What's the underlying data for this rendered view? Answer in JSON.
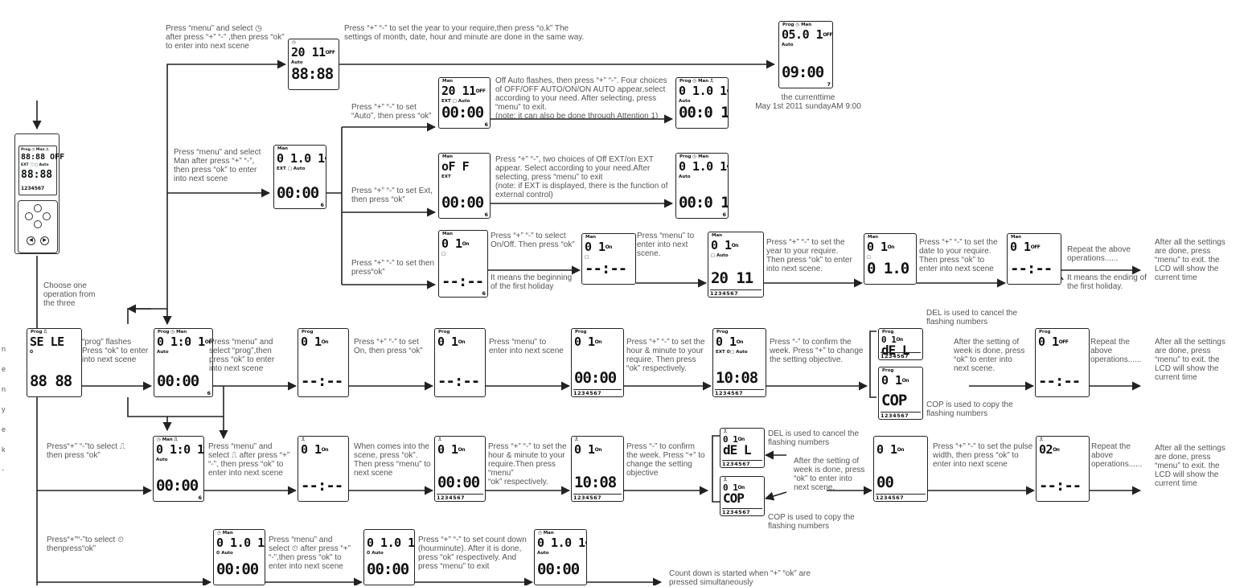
{
  "device": {
    "top_icons": "Prog ◷ Man ⎍",
    "line1": "88:88 OFF",
    "mid": "EXT 🕐▢ Auto",
    "line2": "88:88",
    "week": "1234567"
  },
  "screens": {
    "year_setting": {
      "icons": "◷",
      "line1": "20 11",
      "suffix": "OFF",
      "mid": "Auto",
      "line2": "88:88",
      "bottom": ""
    },
    "current_time": {
      "icons": "Prog ◷ Man",
      "line1": "05.0 1",
      "suffix": "OFF",
      "mid": "Auto",
      "line2": "09:00",
      "bottom": "7"
    },
    "auto_a": {
      "icons": "Man",
      "line1": "20 11",
      "suffix": "OFF",
      "mid": "EXT ▢ Auto",
      "line2": "00:00",
      "bottom": "6"
    },
    "auto_b": {
      "icons": "Prog ◷ Man ⎍",
      "line1": "0 1.0 1",
      "suffix": "OFF",
      "mid": "Auto",
      "line2": "00:0 1",
      "bottom": ""
    },
    "man_scene": {
      "icons": "Man",
      "line1": "0 1.0 1",
      "suffix": "OFF",
      "mid": "EXT ▢ Auto",
      "line2": "00:00",
      "bottom": "6"
    },
    "ext_a": {
      "icons": "Man",
      "line1": "oF F",
      "suffix": "",
      "mid": "EXT",
      "line2": "00:00",
      "bottom": "6"
    },
    "ext_b": {
      "icons": "Prog ◷ Man",
      "line1": "0 1.0 1",
      "suffix": "OFF",
      "mid": "Auto",
      "line2": "00:0 1",
      "bottom": "6"
    },
    "hol_1": {
      "icons": "Man",
      "line1": "0 1",
      "suffix": "On",
      "mid": "▢",
      "line2": "--:--",
      "bottom": "6"
    },
    "hol_2": {
      "icons": "Man",
      "line1": "0 1",
      "suffix": "On",
      "mid": "▢",
      "line2": "--:--",
      "bottom": ""
    },
    "hol_3": {
      "icons": "Man",
      "line1": "0 1",
      "suffix": "On",
      "mid": "▢ Auto",
      "line2": "20 11",
      "bottom": "1234567"
    },
    "hol_4": {
      "icons": "Man",
      "line1": "0 1",
      "suffix": "On",
      "mid": "▢",
      "line2": "0 1.0 1",
      "bottom": ""
    },
    "hol_5": {
      "icons": "Man",
      "line1": "0 1",
      "suffix": "OFF",
      "mid": "",
      "line2": "--:--",
      "bottom": ""
    },
    "select": {
      "icons": "Prog ⎍",
      "line1": "SE LE",
      "suffix": "",
      "mid": "⏲",
      "line2": "88 88",
      "bottom": ""
    },
    "prog_a": {
      "icons": "Prog ◷ Man",
      "line1": "0 1:0 1",
      "suffix": "OFF",
      "mid": "Auto",
      "line2": "00:00",
      "bottom": "6"
    },
    "prog_b": {
      "icons": "Prog",
      "line1": "0 1",
      "suffix": "On",
      "mid": "",
      "line2": "--:--",
      "bottom": ""
    },
    "prog_c": {
      "icons": "Prog",
      "line1": "0 1",
      "suffix": "On",
      "mid": "",
      "line2": "--:--",
      "bottom": ""
    },
    "prog_d": {
      "icons": "Prog",
      "line1": "0 1",
      "suffix": "On",
      "mid": "",
      "line2": "00:00",
      "bottom": "1234567"
    },
    "prog_e": {
      "icons": "Prog",
      "line1": "0 1",
      "suffix": "On",
      "mid": "EXT ⏲▢ Auto",
      "line2": "10:08",
      "bottom": "1234567"
    },
    "prog_del": {
      "icons": "Prog",
      "line1": "0 1",
      "suffix": "On",
      "mid": "",
      "line2": "dE L",
      "bottom": "1234567"
    },
    "prog_cop": {
      "icons": "Prog",
      "line1": "0 1",
      "suffix": "On",
      "mid": "",
      "line2": "COP",
      "bottom": "1234567"
    },
    "prog_f": {
      "icons": "Prog",
      "line1": "0 1",
      "suffix": "OFF",
      "mid": "",
      "line2": "--:--",
      "bottom": ""
    },
    "pulse_a": {
      "icons": "◷ Man ⎍",
      "line1": "0 1:0 1",
      "suffix": "OFF",
      "mid": "Auto",
      "line2": "00:00",
      "bottom": "6"
    },
    "pulse_b": {
      "icons": "⎍",
      "line1": "0 1",
      "suffix": "On",
      "mid": "",
      "line2": "--:--",
      "bottom": ""
    },
    "pulse_c": {
      "icons": "⎍",
      "line1": "0 1",
      "suffix": "On",
      "mid": "",
      "line2": "00:00",
      "bottom": "1234567"
    },
    "pulse_d": {
      "icons": "⎍",
      "line1": "0 1",
      "suffix": "On",
      "mid": "",
      "line2": "10:08",
      "bottom": "1234567"
    },
    "pulse_del": {
      "icons": "⎍",
      "line1": "0 1",
      "suffix": "On",
      "mid": "",
      "line2": "dE L",
      "bottom": "1234567"
    },
    "pulse_cop": {
      "icons": "⎍",
      "line1": "0 1",
      "suffix": "On",
      "mid": "",
      "line2": "COP",
      "bottom": "1234567"
    },
    "pulse_e": {
      "icons": "",
      "line1": "0 1",
      "suffix": "On",
      "mid": "",
      "line2": "00",
      "bottom": "1234567"
    },
    "pulse_f": {
      "icons": "⎍",
      "line1": "02",
      "suffix": "On",
      "mid": "",
      "line2": "--:--",
      "bottom": ""
    },
    "cd_a": {
      "icons": "◷ Man",
      "line1": "0 1.0 1",
      "suffix": "OFF",
      "mid": "⏲ Auto",
      "line2": "00:00",
      "bottom": ""
    },
    "cd_b": {
      "icons": "",
      "line1": "0 1.0 1",
      "suffix": "OFF",
      "mid": "⏲ Auto",
      "line2": "00:00",
      "bottom": ""
    },
    "cd_c": {
      "icons": "◷ Man",
      "line1": "0 1.0 1",
      "suffix": "OFF",
      "mid": "Auto",
      "line2": "00:00",
      "bottom": ""
    }
  },
  "texts": {
    "press_menu_clock": "Press “menu” and select ◷\nafter press “+” “-” ,then press “ok”\nto enter into next scene",
    "set_year": "Press “+” “-” to set the year to your require,then press “o.k” The\nsettings of month, date, hour and minute are done in the same way.",
    "current_time": "the currenttime\nMay 1st 2011 sundayAM 9:00",
    "set_auto": "Press “+” “-” to set\n“Auto”, then press “ok”",
    "off_auto": "Off Auto flashes, then press “+” “-”. Four choices\nof OFF/OFF AUTO/ON/ON AUTO appear,select\naccording to your need. After selecting, press\n“menu” to exit.\n(note: it can also be done through Attention 1)",
    "press_menu_man": "Press “menu” and select\nMan after press “+” “-”,\nthen press “ok” to enter\ninto next scene",
    "set_ext": "Press “+” “-” to set Ext,\nthen press “ok”",
    "ext_choices": "Press “+” “-”, two choices of Off EXT/on EXT\nappear. Select according to your need.After\nselecting, press “menu” to exit\n(note: if EXT is displayed, there is the function of\nexternal control)",
    "set_then_ok": "Press “+” “-” to set then\npress“ok”",
    "select_onoff": "Press “+” “-” to select\nOn/Off. Then press “ok”",
    "beginning_holiday": "It means the beginning\nof the first holiday",
    "menu_enter_next": "Press “menu” to\nenter into next\nscene.",
    "set_year_require": "Press “+” “-” to set the\nyear to your require.\nThen press “ok” to enter\ninto next scene.",
    "set_date_require": "Press “+” “-” to set the\ndate to your require.\nThen press “ok” to\nenter into next scene",
    "repeat_ops": "Repeat the above\noperations......",
    "ending_holiday": "It means the ending of\nthe first holiday.",
    "after_all_1": "After all the settings\nare done, press\n“menu” to exit. the\nLCD will show the\ncurrent time",
    "choose_one": "Choose one\noperation from\nthe three",
    "prog_flashes": "“prog” flashes\nPress “ok” to enter\ninto next scene",
    "menu_select_prog": "Press “menu” and\nselect “prog”,then\npress “ok” to enter\ninto next scene",
    "set_on": "Press “+” “-” to set\nOn, then press “ok”",
    "menu_to_next": "Press “menu” to\nenter into next scene",
    "set_hour_minute": "Press “+” “-” to set the\nhour & minute to your\nrequire. Then press\n“ok” respectively.",
    "confirm_week": "Press “-” to confirm the\nweek. Press “+” to change\nthe setting objective.",
    "del_cancel_1": "DEL is used to cancel the\nflashing numbers",
    "after_week_1": "After the setting of\nweek is done, press\n“ok” to enter into\nnext scene.",
    "cop_copy_1": "COP is used to copy the\nflashing numbers",
    "repeat_above_2": "Repeat the\nabove\noperations......",
    "after_all_2": "After all the settings\nare done, press\n“menu” to exit. the\nLCD will show the\ncurrent time",
    "select_pulse": "Press“+” “-”to select ⎍\nthen press “ok”",
    "menu_select_pulse": "Press “menu” and\nselect ⎍ after press “+”\n“-”, then press “ok” to\nenter into next scene",
    "comes_into_scene": "When comes into the\nscene, press “ok”.\nThen press “menu” to\nnext scene",
    "set_hour_menu": "Press “+” “-” to set the\nhour & minute to your\nrequire.Then press “menu”\n“ok” respectively.",
    "confirm_week_2": "Press “-” to confirm\nthe week. Press “+” to\nchange the setting\nobjective",
    "del_cancel_2": "DEL is used to cancel the\nflashing numbers",
    "after_week_2": "After the setting of\nweek is done, press\n“ok” to enter into\nnext scene.",
    "cop_copy_2": "COP is used to copy the\nflashing numbers",
    "set_pulse_width": "Press “+” “-” to set the pulse\nwidth, then press “ok” to\nenter into next scene",
    "repeat_above_3": "Repeat the\nabove\noperations......",
    "after_all_3": "After all the settings\nare done, press\n“menu” to exit. the\nLCD will show the\ncurrent time",
    "select_countdown": "Press“+”“-”to select ⏲\nthenpress“ok”",
    "menu_select_cd": "Press “menu” and\nselect ⏲ after press “+”\n“-”,then press “ok” to\nenter into next scene",
    "set_countdown": "Press “+” “-” to set count down\n(hourminute). After it is done,\npress “ok” respectively. And\npress “menu” to exit",
    "countdown_started": "Count down is started when “+” “ok” are\npressed simultaneously",
    "margin_letters": "n\ne\nn\ny\ne\nk\n-"
  }
}
